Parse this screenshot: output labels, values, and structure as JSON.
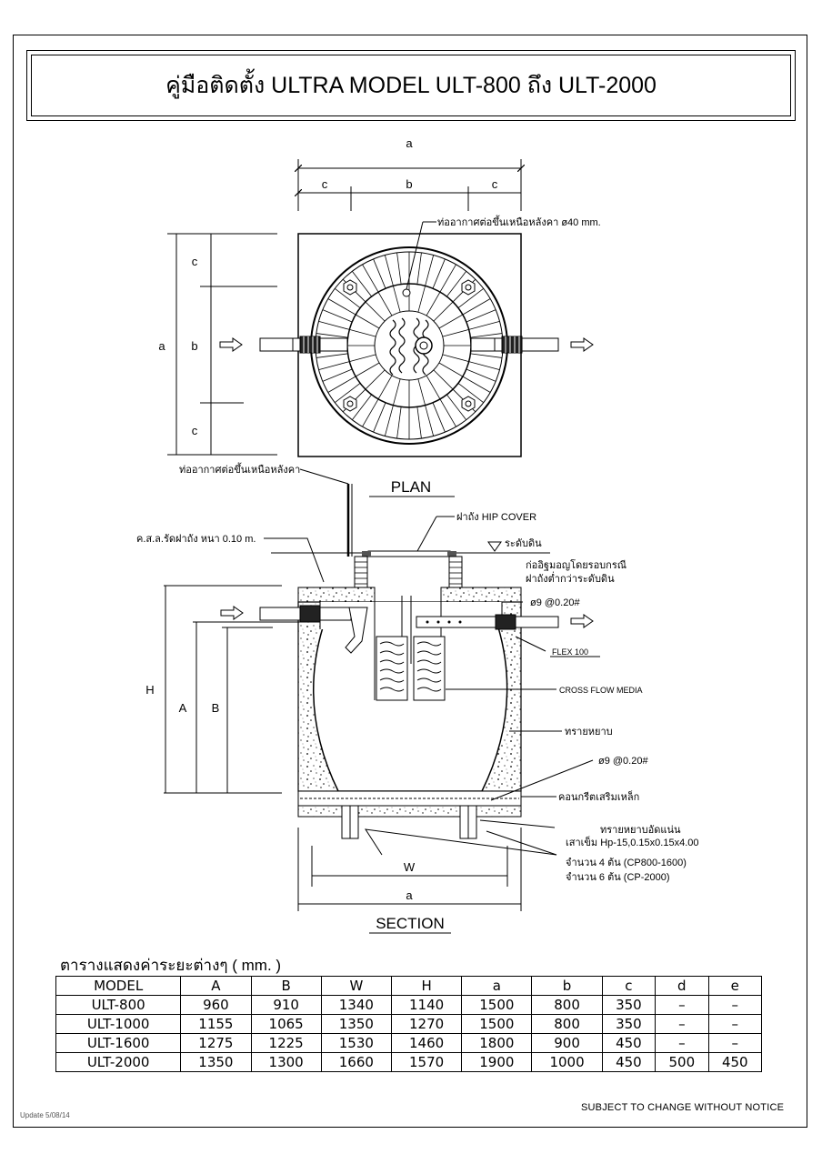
{
  "title": "คู่มือติดตั้ง  ULTRA MODEL  ULT-800  ถึง ULT-2000",
  "plan": {
    "heading": "PLAN",
    "dim_a": "a",
    "dim_b": "b",
    "dim_c": "c",
    "vent_label": "ท่ออากาศต่อขึ้นเหนือหลังคา ø40  mm.",
    "vent_label_2": "ท่ออากาศต่อขึ้นเหนือหลังคา"
  },
  "section": {
    "heading": "SECTION",
    "labels": {
      "cover": "ฝาถัง HIP COVER",
      "slab": "ค.ส.ล.รัดฝาถัง หนา 0.10  m.",
      "ground": "ระดับดิน",
      "brick_1": "ก่ออิฐมอญโดยรอบกรณี",
      "brick_2": "ฝาถังต่ำกว่าระดับดิน",
      "rebar_top": "ø9  @0.20#",
      "flex": "FLEX 100",
      "media": "CROSS FLOW MEDIA",
      "sand": "ทรายหยาบ",
      "rebar_bottom": "ø9  @0.20#",
      "concrete": "คอนกรีตเสริมเหล็ก",
      "sand_compact": "ทรายหยาบอัดแน่น",
      "pile": "เสาเข็ม   Hp-15,0.15x0.15x4.00",
      "pile_count_1": "จำนวน 4 ต้น (CP800-1600)",
      "pile_count_2": "จำนวน 6 ต้น (CP-2000)",
      "dim_H": "H",
      "dim_A": "A",
      "dim_B": "B",
      "dim_W": "W",
      "dim_a": "a"
    }
  },
  "table": {
    "caption": "ตารางแสดงค่าระยะต่างๆ  ( mm. )",
    "headers": [
      "MODEL",
      "A",
      "B",
      "W",
      "H",
      "a",
      "b",
      "c",
      "d",
      "e"
    ],
    "rows": [
      [
        "ULT-800",
        "960",
        "910",
        "1340",
        "1140",
        "1500",
        "800",
        "350",
        "–",
        "–"
      ],
      [
        "ULT-1000",
        "1155",
        "1065",
        "1350",
        "1270",
        "1500",
        "800",
        "350",
        "–",
        "–"
      ],
      [
        "ULT-1600",
        "1275",
        "1225",
        "1530",
        "1460",
        "1800",
        "900",
        "450",
        "–",
        "–"
      ],
      [
        "ULT-2000",
        "1350",
        "1300",
        "1660",
        "1570",
        "1900",
        "1000",
        "450",
        "500",
        "450"
      ]
    ]
  },
  "notice": "SUBJECT TO CHANGE WITHOUT NOTICE",
  "update_note": "Update 5/08/14"
}
